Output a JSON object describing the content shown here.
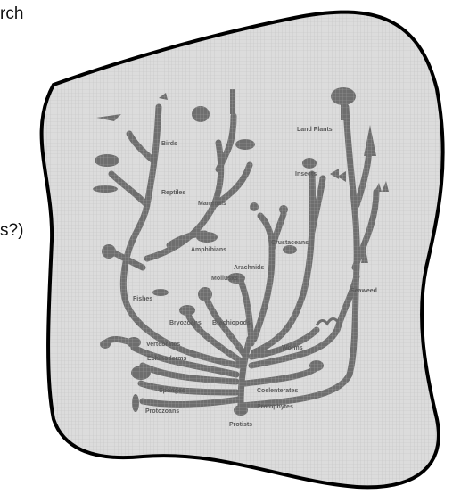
{
  "edge_text": {
    "top_left": "rch",
    "mid_left": "s?)"
  },
  "tree": {
    "labels": {
      "birds": "Birds",
      "reptiles": "Reptiles",
      "mammals": "Mammals",
      "amphibians": "Amphibians",
      "fishes": "Fishes",
      "vertebrates": "Vertebrates",
      "echinoderms": "Echinoderms",
      "sponges": "Sponges",
      "protozoans": "Protozoans",
      "protists": "Protists",
      "bryozoans": "Bryozoans",
      "brachiopods": "Brachiopods",
      "mollusks": "Mollusks",
      "arachnids": "Arachnids",
      "crustaceans": "Crustaceans",
      "insects": "Insects",
      "worms": "Worms",
      "coelenterates": "Coelenterates",
      "protophytes": "Protophytes",
      "seaweed": "Seaweed",
      "land_plants": "Land Plants"
    }
  },
  "colors": {
    "blob_fill": "#dcdcdc",
    "blob_stroke": "#000000",
    "branch": "#6e6e6e",
    "grid": "#c4c4c4"
  }
}
